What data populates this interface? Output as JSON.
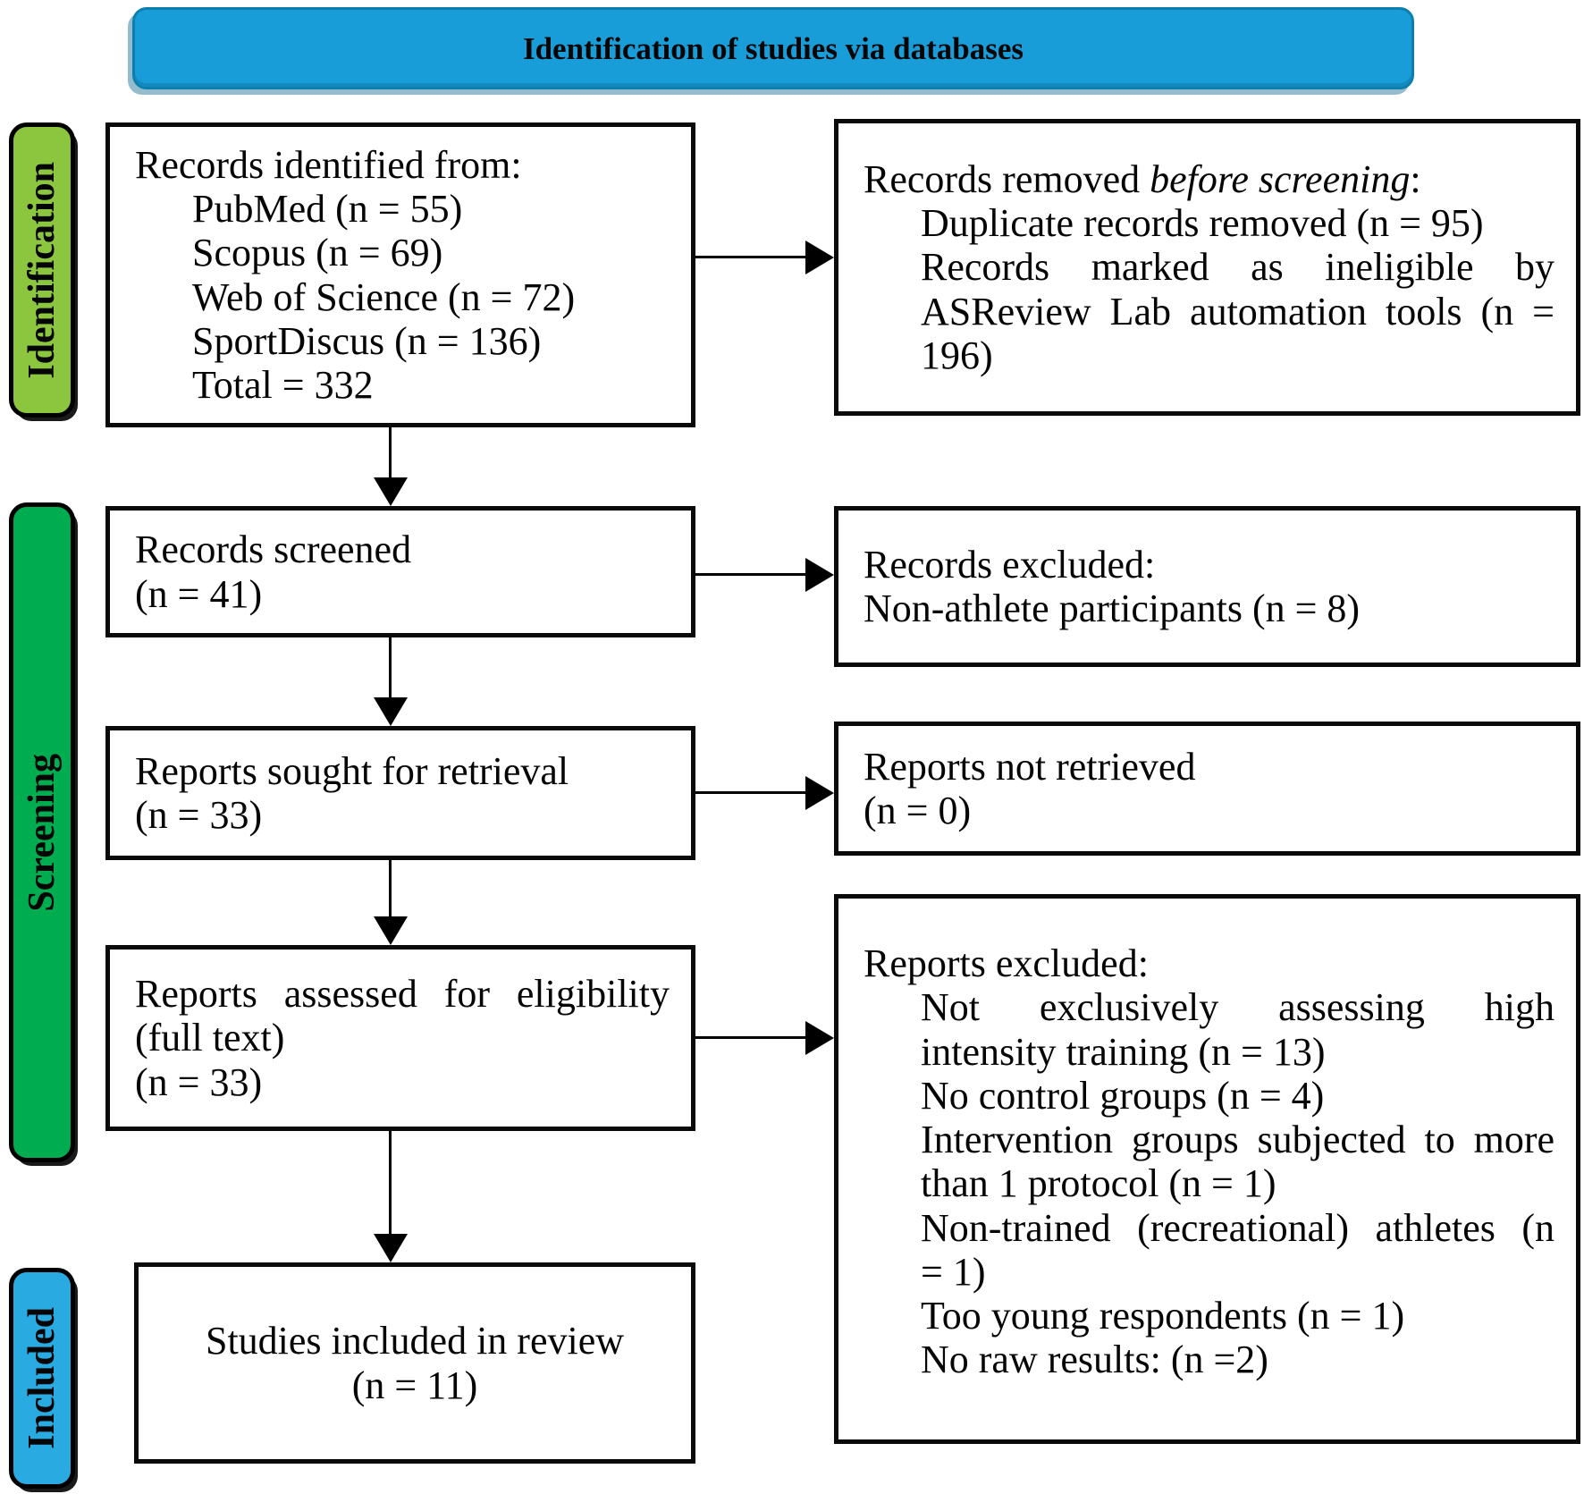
{
  "header": {
    "title": "Identification of studies via databases"
  },
  "stages": {
    "identification": "Identification",
    "screening": "Screening",
    "included": "Included"
  },
  "boxes": {
    "records_identified": {
      "title": "Records identified from:",
      "items": [
        {
          "lines": [
            "PubMed (n = 55)"
          ],
          "justify": false
        },
        {
          "lines": [
            "Scopus (n = 69)"
          ],
          "justify": false
        },
        {
          "lines": [
            "Web of Science (n = 72)"
          ],
          "justify": false
        },
        {
          "lines": [
            "SportDiscus (n = 136)"
          ],
          "justify": false
        },
        {
          "lines": [
            "Total = 332"
          ],
          "justify": false
        }
      ]
    },
    "records_removed": {
      "title_prefix": "Records removed ",
      "title_italic": "before screening",
      "title_suffix": ":",
      "items": [
        {
          "lines": [
            "Duplicate records removed (n = 95)"
          ],
          "justify": false
        },
        {
          "lines": [
            "Records marked as ineligible by",
            "ASReview Lab automation tools (n =",
            "196)"
          ],
          "justify": true
        }
      ]
    },
    "records_screened": {
      "para": {
        "lines": [
          "Records screened",
          "(n = 41)"
        ],
        "justify": false
      }
    },
    "records_excluded": {
      "para": {
        "lines": [
          "Records excluded:",
          "Non-athlete participants (n = 8)"
        ],
        "justify": false
      }
    },
    "reports_sought": {
      "para": {
        "lines": [
          "Reports sought for retrieval",
          "(n = 33)"
        ],
        "justify": false
      }
    },
    "reports_not_retrieved": {
      "para": {
        "lines": [
          "Reports not retrieved",
          "(n = 0)"
        ],
        "justify": false
      }
    },
    "reports_assessed": {
      "para": {
        "lines": [
          "Reports assessed for eligibility",
          "(full text)"
        ],
        "justify": true
      },
      "count": "(n = 33)"
    },
    "reports_excluded": {
      "title": "Reports excluded:",
      "items": [
        {
          "lines": [
            "Not exclusively assessing high",
            "intensity training (n = 13)"
          ],
          "justify": true
        },
        {
          "lines": [
            "No control groups (n = 4)"
          ],
          "justify": false
        },
        {
          "lines": [
            "Intervention groups subjected to more",
            "than 1 protocol (n = 1)"
          ],
          "justify": true
        },
        {
          "lines": [
            "Non-trained (recreational) athletes (n",
            "= 1)"
          ],
          "justify": true
        },
        {
          "lines": [
            "Too young respondents (n = 1)"
          ],
          "justify": false
        },
        {
          "lines": [
            "No raw results: (n =2)"
          ],
          "justify": false
        }
      ]
    },
    "studies_included": {
      "para": {
        "lines": [
          "Studies included in review",
          "(n = 11)"
        ],
        "justify": false
      }
    }
  },
  "colors": {
    "header_fill": "#199DD9",
    "identification_fill": "#8CC63E",
    "screening_fill": "#00AC50",
    "included_fill": "#29ABE2",
    "box_border": "#000000",
    "arrow": "#000000"
  }
}
